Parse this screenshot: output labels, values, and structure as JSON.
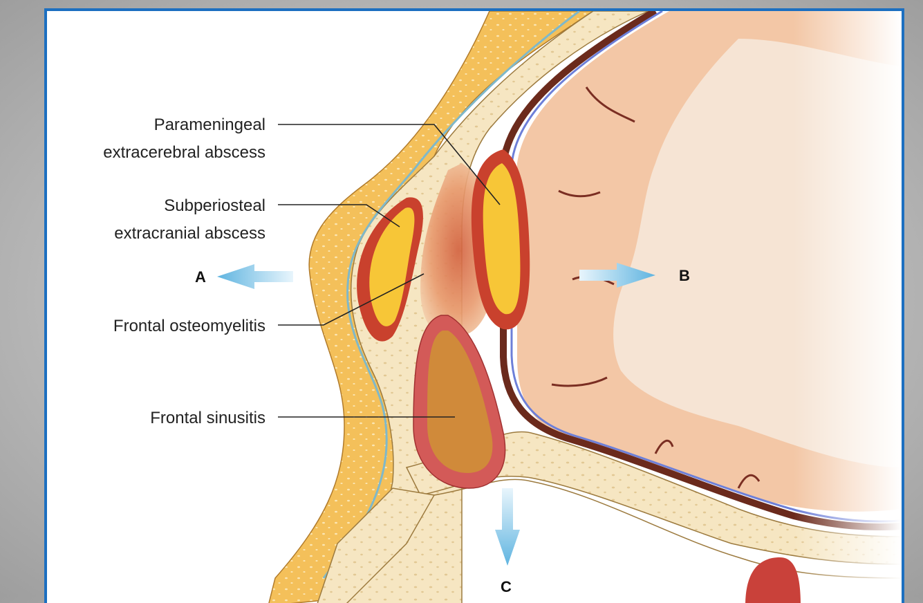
{
  "labels": {
    "parameningeal_line1": "Parameningeal",
    "parameningeal_line2": "extracerebral abscess",
    "subperiosteal_line1": "Subperiosteal",
    "subperiosteal_line2": "extracranial abscess",
    "frontal_osteomyelitis": "Frontal osteomyelitis",
    "frontal_sinusitis": "Frontal sinusitis"
  },
  "arrows": {
    "a": "A",
    "b": "B",
    "c": "C"
  },
  "colors": {
    "frame_border": "#1c6fc0",
    "skin": "#f4c05a",
    "brain": "#f3c7a6",
    "bone": "#f6e6c2",
    "abscess": "#f7c637",
    "abscess_rim": "#c9412d",
    "sinus": "#d08a3a",
    "arrow": "#6fbde6"
  }
}
